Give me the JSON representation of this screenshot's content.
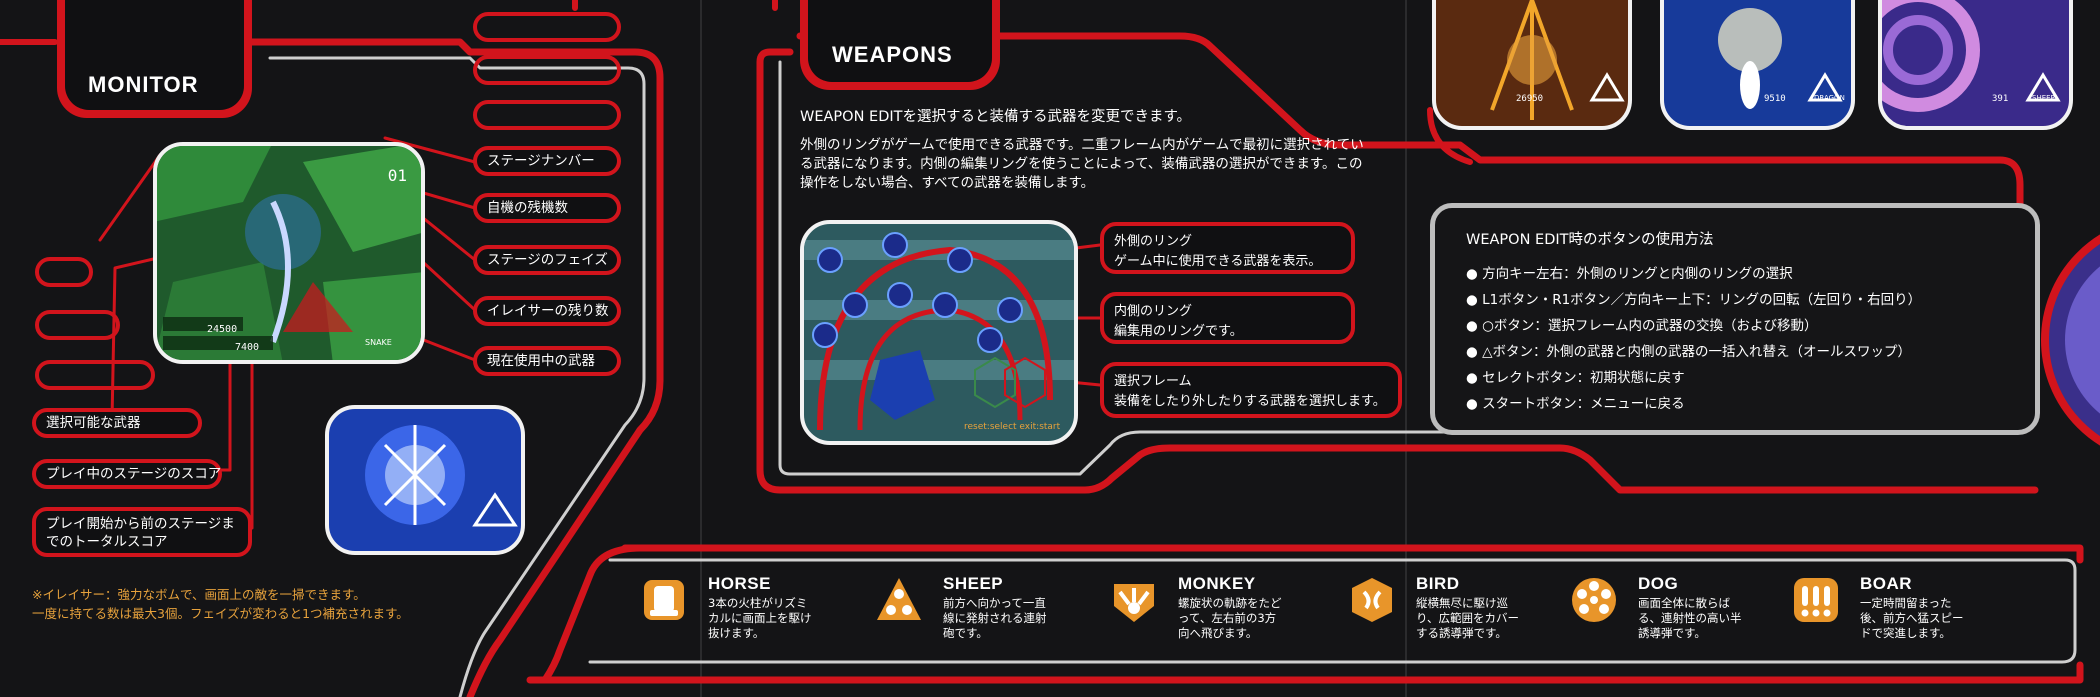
{
  "headings": {
    "monitor": "MONITOR",
    "weapons": "WEAPONS"
  },
  "monitor": {
    "callouts_right": [
      "ステージナンバー",
      "自機の残機数",
      "ステージのフェイズ",
      "イレイサーの残り数",
      "現在使用中の武器"
    ],
    "callouts_left": [
      "選択可能な武器",
      "プレイ中のステージのスコア",
      "プレイ開始から前のステージまでのトータルスコア"
    ],
    "screen_texts": {
      "stage": "01",
      "score": "24500",
      "total": "7400",
      "weapon": "SNAKE"
    },
    "note_line1": "※イレイサー：強力なボムで、画面上の敵を一掃できます。",
    "note_line2": "一度に持てる数は最大3個。フェイズが変わると1つ補充されます。"
  },
  "weapons": {
    "intro": "WEAPON EDITを選択すると装備する武器を変更できます。",
    "body": [
      "外側のリングがゲームで使用できる武器です。二重フレーム内がゲームで最初に選択されてい",
      "る武器になります。内側の編集リングを使うことによって、装備武器の選択ができます。この",
      "操作をしない場合、すべての武器を装備します。"
    ],
    "callouts": [
      {
        "title": "外側のリング",
        "text": "ゲーム中に使用できる武器を表示。"
      },
      {
        "title": "内側のリング",
        "text": "編集用のリングです。"
      },
      {
        "title": "選択フレーム",
        "text": "装備をしたり外したりする武器を選択します。"
      }
    ],
    "edit_screen": {
      "footer": "reset:select exit:start"
    }
  },
  "edit_help": {
    "title": "WEAPON EDIT時のボタンの使用方法",
    "items": [
      "方向キー左右：外側のリングと内側のリングの選択",
      "L1ボタン・R1ボタン／方向キー上下：リングの回転（左回り・右回り）",
      "○ボタン：選択フレーム内の武器の交換（および移動）",
      "△ボタン：外側の武器と内側の武器の一括入れ替え（オールスワップ）",
      "セレクトボタン：初期状態に戻す",
      "スタートボタン：メニューに戻る"
    ]
  },
  "weapon_list": [
    {
      "name": "HORSE",
      "desc": [
        "3本の火柱がリズミ",
        "カルに画面上を駆け",
        "抜けます。"
      ],
      "icon": "horse-icon"
    },
    {
      "name": "SHEEP",
      "desc": [
        "前方へ向かって一直",
        "線に発射される連射",
        "砲です。"
      ],
      "icon": "sheep-icon"
    },
    {
      "name": "MONKEY",
      "desc": [
        "螺旋状の軌跡をたど",
        "って、左右前の3方",
        "向へ飛びます。"
      ],
      "icon": "monkey-icon"
    },
    {
      "name": "BIRD",
      "desc": [
        "縦横無尽に駆け巡",
        "り、広範囲をカバー",
        "する誘導弾です。"
      ],
      "icon": "bird-icon"
    },
    {
      "name": "DOG",
      "desc": [
        "画面全体に散らば",
        "る、連射性の高い半",
        "誘導弾です。"
      ],
      "icon": "dog-icon"
    },
    {
      "name": "BOAR",
      "desc": [
        "一定時間留まった",
        "後、前方へ猛スピー",
        "ドで突進します。"
      ],
      "icon": "boar-icon"
    }
  ],
  "top_shots": [
    {
      "score": "26950"
    },
    {
      "score": "9510",
      "label": "DRAGON"
    },
    {
      "score": "391",
      "label": "SHEEP"
    }
  ],
  "colors": {
    "frame_red": "#d2141c",
    "frame_gray": "#bdbdbd",
    "note_orange": "#e7a23c",
    "icon_orange": "#e8952a",
    "bg": "#141416"
  }
}
